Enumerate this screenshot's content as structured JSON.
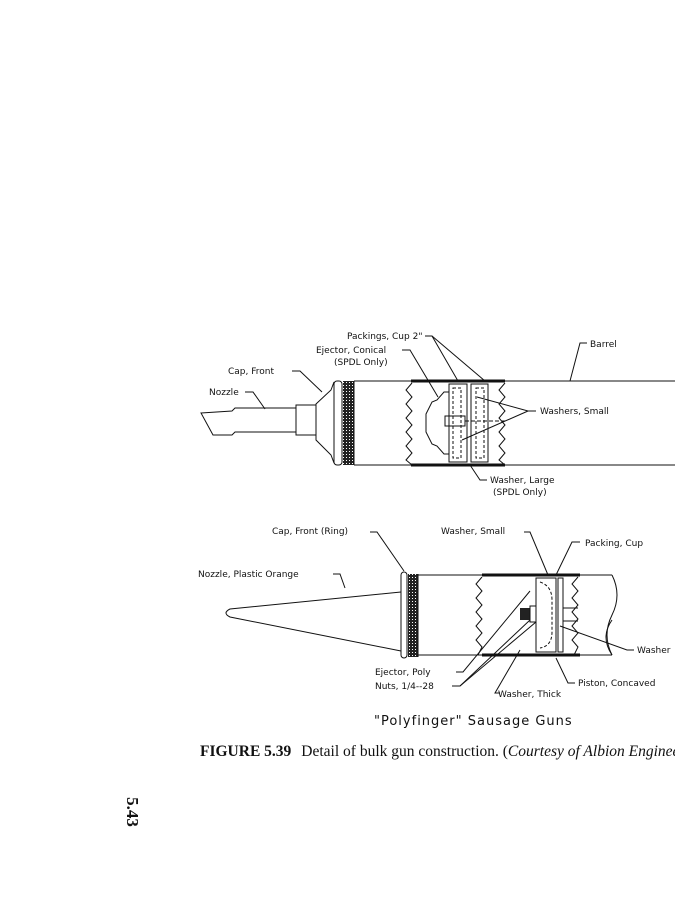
{
  "figure": {
    "top_labels": {
      "packings": "Packings, Cup 2\"",
      "ejector": "Ejector, Conical",
      "ejector_note": "(SPDL Only)",
      "cap": "Cap, Front",
      "nozzle": "Nozzle",
      "barrel": "Barrel",
      "washers": "Washers, Small",
      "washer_large": "Washer, Large",
      "washer_large_note": "(SPDL Only)"
    },
    "bottom_labels": {
      "cap": "Cap, Front (Ring)",
      "washer_small": "Washer, Small",
      "packing": "Packing, Cup",
      "nozzle": "Nozzle, Plastic Orange",
      "washer": "Washer",
      "ejector": "Ejector, Poly",
      "nuts": "Nuts, 1/4--28",
      "piston": "Piston, Concaved",
      "washer_thick": "Washer, Thick"
    },
    "subtitle": "\"Polyfinger\" Sausage Guns",
    "caption_number": "FIGURE 5.39",
    "caption_text": "Detail of bulk gun construction. (",
    "caption_credit": "Courtesy of Albion Enginee"
  },
  "page_number": "5.43"
}
